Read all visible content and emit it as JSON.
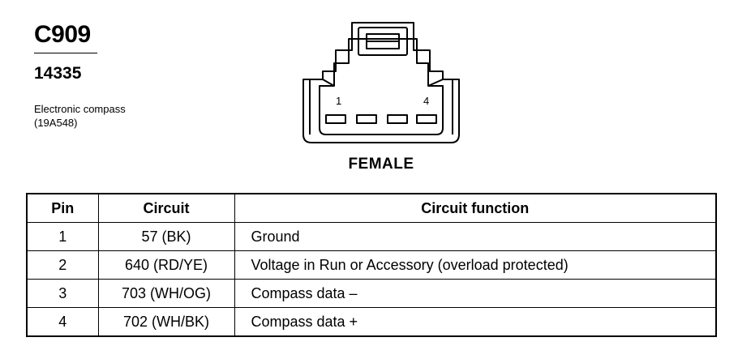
{
  "connector": {
    "id": "C909",
    "part_number": "14335",
    "description_line1": "Electronic compass",
    "description_line2": "(19A548)"
  },
  "diagram": {
    "pin_first": "1",
    "pin_last": "4",
    "gender": "FEMALE"
  },
  "table": {
    "headers": [
      "Pin",
      "Circuit",
      "Circuit function"
    ],
    "rows": [
      {
        "pin": "1",
        "circuit": "57 (BK)",
        "function": "Ground"
      },
      {
        "pin": "2",
        "circuit": "640 (RD/YE)",
        "function": "Voltage in Run or Accessory (overload protected)"
      },
      {
        "pin": "3",
        "circuit": "703 (WH/OG)",
        "function": "Compass data –"
      },
      {
        "pin": "4",
        "circuit": "702 (WH/BK)",
        "function": "Compass data +"
      }
    ]
  }
}
